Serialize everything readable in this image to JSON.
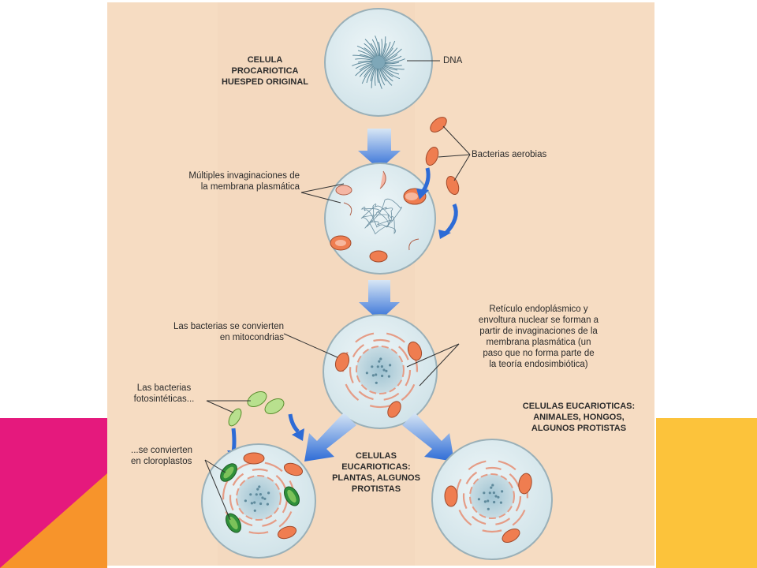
{
  "labels": {
    "prokaryote_title": "CELULA\nPROCARIOTICA\nHUESPED ORIGINAL",
    "dna": "DNA",
    "aerobic_bacteria": "Bacterias aerobias",
    "invaginations": "Múltiples invaginaciones de\nla membrana plasmática",
    "mitochondria": "Las bacterias se convierten\nen mitocondrias",
    "er_nuclear": "Retículo endoplásmico y\nenvoltura nuclear se forman a\npartir de invaginaciones de la\nmembrana plasmática (un\npaso que no forma parte de\nla teoría endosimbiótica)",
    "photosynthetic": "Las bacterias\nfotosintéticas...",
    "chloroplasts": "...se convierten\nen cloroplastos",
    "plant_cells": "CELULAS\nEUCARIOTICAS:\nPLANTAS, ALGUNOS\nPROTISTAS",
    "animal_cells": "CELULAS EUCARIOTICAS:\nANIMALES, HONGOS,\nALGUNOS PROTISTAS"
  },
  "colors": {
    "slide_magenta": "#e5197d",
    "slide_orange": "#f7942b",
    "slide_yellow": "#fcc33b",
    "figure_bg": "#f6dcc2",
    "cell_fill": "#dcecf0",
    "mito_fill": "#ef7d50",
    "chloro_fill": "#7cc25a",
    "arrow_blue": "#2d6bd6"
  }
}
